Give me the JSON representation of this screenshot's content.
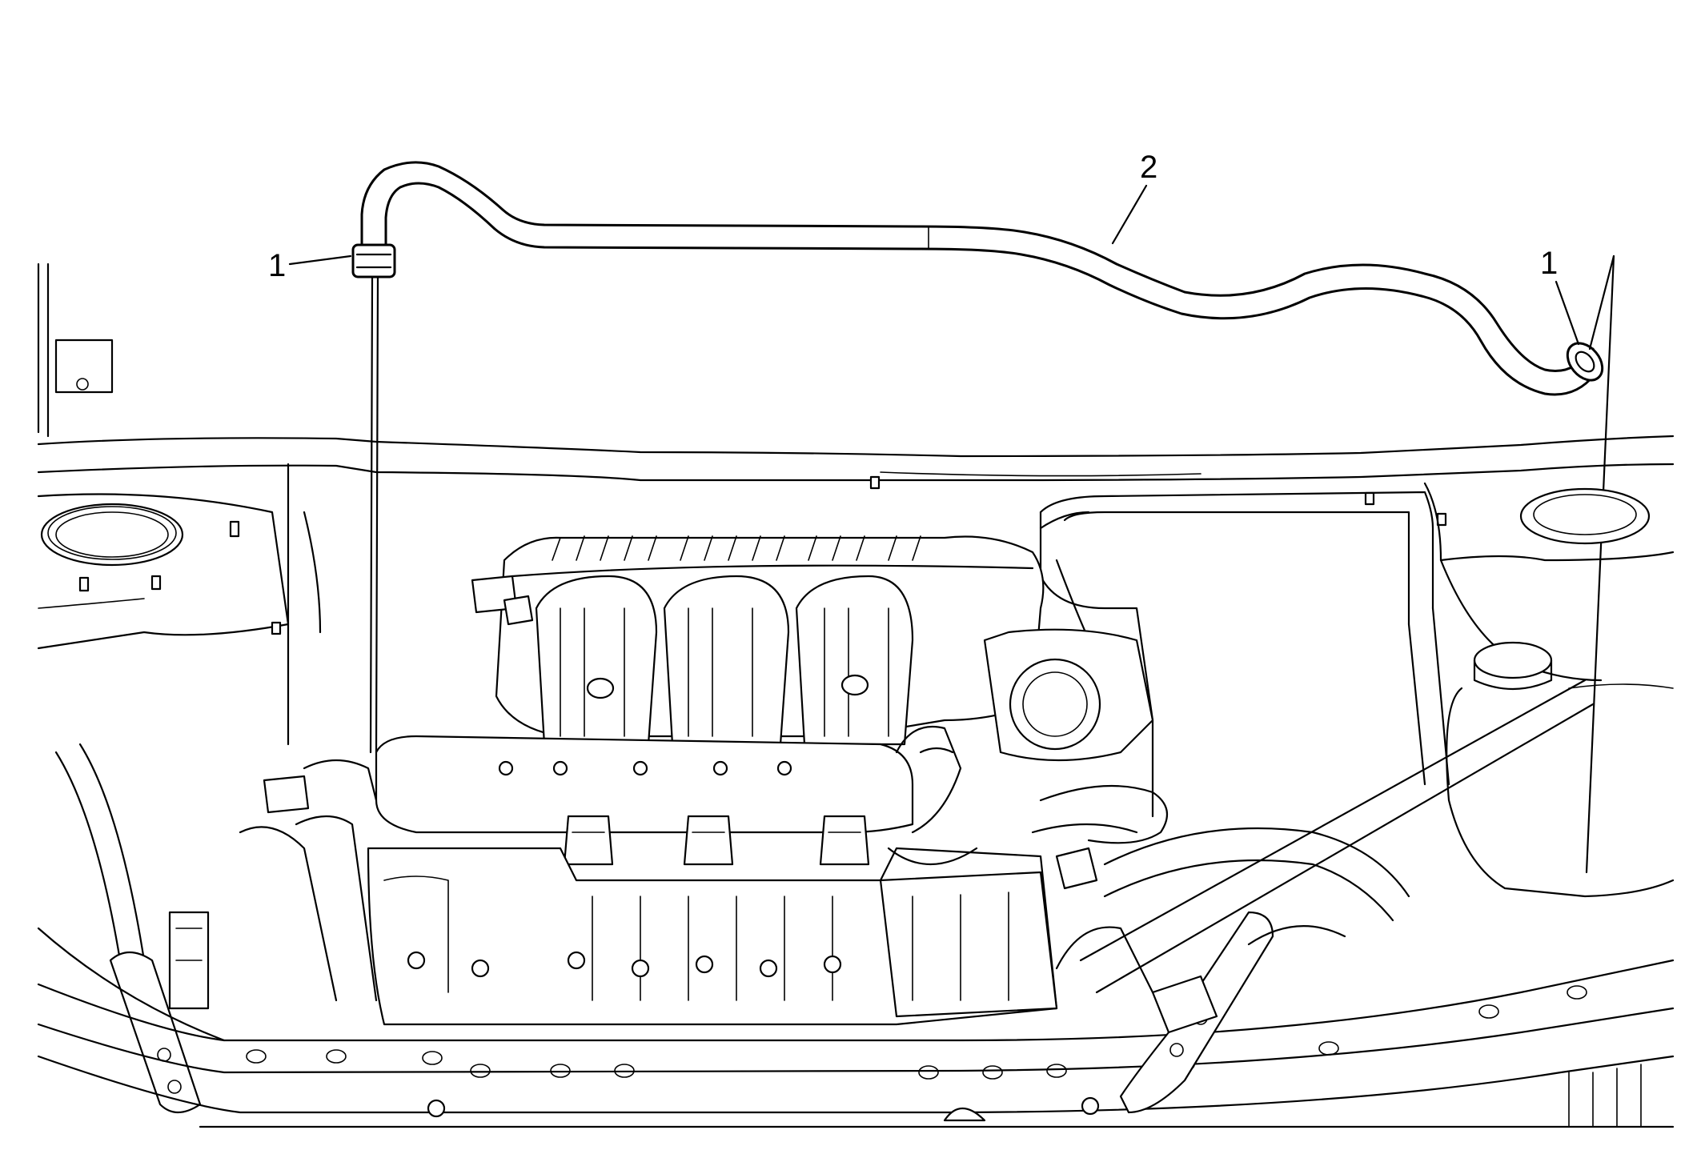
{
  "diagram": {
    "callouts": [
      {
        "id": "clamp-left",
        "label": "1"
      },
      {
        "id": "hose",
        "label": "2"
      },
      {
        "id": "clamp-right",
        "label": "1"
      }
    ],
    "line_color": "#000000",
    "background": "#ffffff"
  }
}
